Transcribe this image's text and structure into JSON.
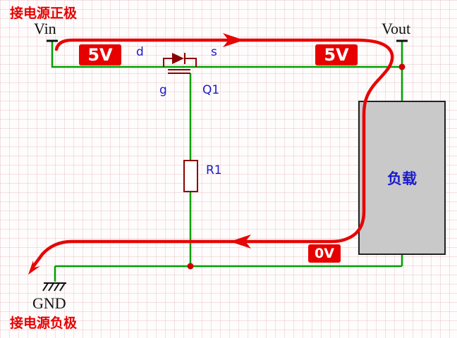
{
  "notes": {
    "top": "接电源正极",
    "bottom": "接电源负极"
  },
  "terminals": {
    "vin": "Vin",
    "vout": "Vout",
    "gnd": "GND"
  },
  "badges": {
    "vin_voltage": "5V",
    "vout_voltage": "5V",
    "gnd_voltage": "0V"
  },
  "components": {
    "mosfet": {
      "ref": "Q1",
      "drain": "d",
      "source": "s",
      "gate": "g"
    },
    "resistor": {
      "ref": "R1"
    },
    "load": {
      "label": "负载"
    }
  },
  "colors": {
    "wire": "#00a000",
    "component": "#8b0000",
    "current": "#e60606",
    "junction": "#cc0000",
    "badge_bg": "#e60000",
    "badge_text": "#ffffff",
    "label_blue": "#1a1acd",
    "load_fill": "#c9c9c9",
    "note_red": "#e60000"
  }
}
